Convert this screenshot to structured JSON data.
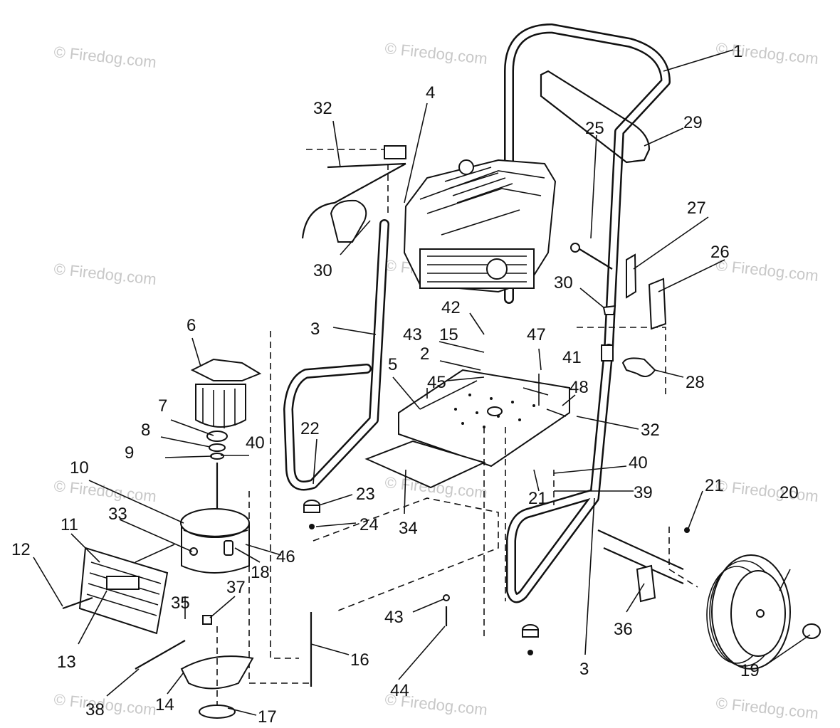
{
  "watermark": "© Firedog.com",
  "callouts": [
    {
      "id": "1",
      "text": "1"
    },
    {
      "id": "2",
      "text": "2"
    },
    {
      "id": "3a",
      "text": "3"
    },
    {
      "id": "3b",
      "text": "3"
    },
    {
      "id": "4",
      "text": "4"
    },
    {
      "id": "5",
      "text": "5"
    },
    {
      "id": "6",
      "text": "6"
    },
    {
      "id": "7",
      "text": "7"
    },
    {
      "id": "8",
      "text": "8"
    },
    {
      "id": "9",
      "text": "9"
    },
    {
      "id": "10",
      "text": "10"
    },
    {
      "id": "11",
      "text": "11"
    },
    {
      "id": "12",
      "text": "12"
    },
    {
      "id": "13",
      "text": "13"
    },
    {
      "id": "14",
      "text": "14"
    },
    {
      "id": "15",
      "text": "15"
    },
    {
      "id": "16",
      "text": "16"
    },
    {
      "id": "17",
      "text": "17"
    },
    {
      "id": "18",
      "text": "18"
    },
    {
      "id": "19",
      "text": "19"
    },
    {
      "id": "20",
      "text": "20"
    },
    {
      "id": "21a",
      "text": "21"
    },
    {
      "id": "21b",
      "text": "21"
    },
    {
      "id": "22",
      "text": "22"
    },
    {
      "id": "23",
      "text": "23"
    },
    {
      "id": "24",
      "text": "24"
    },
    {
      "id": "25",
      "text": "25"
    },
    {
      "id": "26",
      "text": "26"
    },
    {
      "id": "27",
      "text": "27"
    },
    {
      "id": "28",
      "text": "28"
    },
    {
      "id": "29",
      "text": "29"
    },
    {
      "id": "30a",
      "text": "30"
    },
    {
      "id": "30b",
      "text": "30"
    },
    {
      "id": "32a",
      "text": "32"
    },
    {
      "id": "32b",
      "text": "32"
    },
    {
      "id": "33",
      "text": "33"
    },
    {
      "id": "34",
      "text": "34"
    },
    {
      "id": "35",
      "text": "35"
    },
    {
      "id": "36",
      "text": "36"
    },
    {
      "id": "37",
      "text": "37"
    },
    {
      "id": "38",
      "text": "38"
    },
    {
      "id": "39",
      "text": "39"
    },
    {
      "id": "40a",
      "text": "40"
    },
    {
      "id": "40b",
      "text": "40"
    },
    {
      "id": "41",
      "text": "41"
    },
    {
      "id": "42",
      "text": "42"
    },
    {
      "id": "43a",
      "text": "43"
    },
    {
      "id": "43b",
      "text": "43"
    },
    {
      "id": "44",
      "text": "44"
    },
    {
      "id": "45",
      "text": "45"
    },
    {
      "id": "46",
      "text": "46"
    },
    {
      "id": "47",
      "text": "47"
    },
    {
      "id": "48",
      "text": "48"
    }
  ]
}
